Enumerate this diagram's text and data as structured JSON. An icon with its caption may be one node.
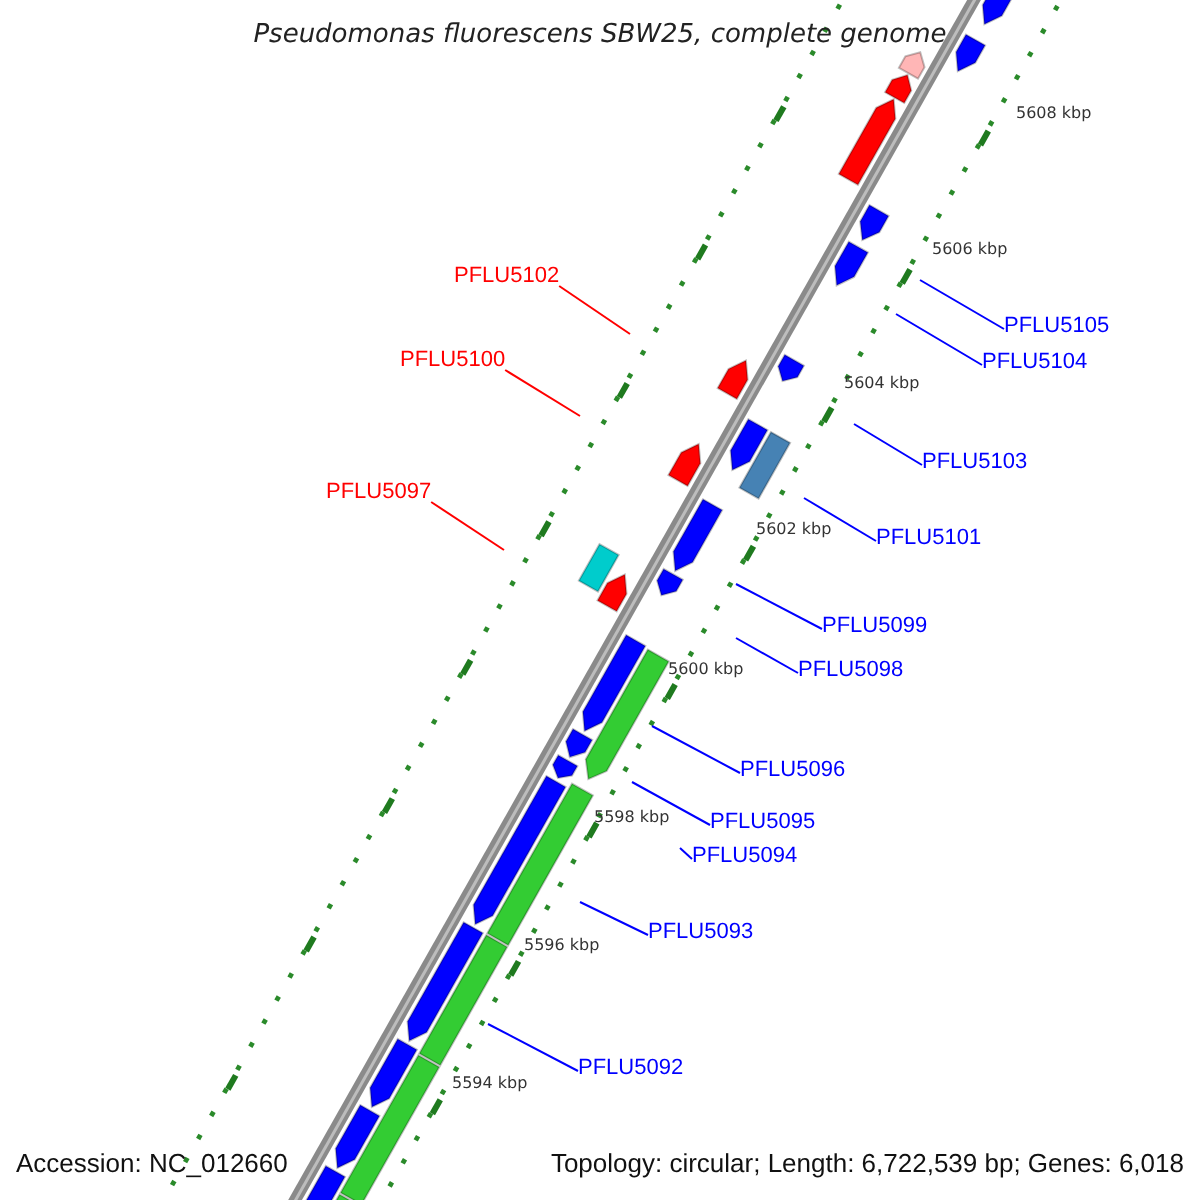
{
  "diagram": {
    "title": "Pseudomonas fluorescens SBW25, complete genome",
    "nodes": [
      {
        "text": [
          "PFLU5102"
        ]
      },
      {
        "text": [
          "PFLU5105"
        ]
      },
      {
        "text": [
          "PFLU5104"
        ]
      },
      {
        "text": [
          "PFLU5100"
        ]
      },
      {
        "text": [
          "PFLU5103"
        ]
      },
      {
        "text": [
          "PFLU5097"
        ]
      },
      {
        "text": [
          "PFLU5101"
        ]
      },
      {
        "text": [
          "PFLU5099"
        ]
      },
      {
        "text": [
          "PFLU5098"
        ]
      },
      {
        "text": [
          "PFLU5096"
        ]
      },
      {
        "text": [
          "PFLU5095"
        ]
      },
      {
        "text": [
          "PFLU5094"
        ]
      },
      {
        "text": [
          "PFLU5093"
        ]
      },
      {
        "text": [
          "PFLU5092"
        ]
      }
    ],
    "edges": [
      {
        "from": 0,
        "to": null,
        "arrow": "none",
        "color": "#ff0000"
      },
      {
        "from": 1,
        "to": null,
        "arrow": "none"
      },
      {
        "from": 2,
        "to": null,
        "arrow": "none"
      },
      {
        "from": 3,
        "to": null,
        "arrow": "none",
        "color": "#ff0000"
      },
      {
        "from": 4,
        "to": null,
        "arrow": "none"
      },
      {
        "from": 5,
        "to": null,
        "arrow": "none",
        "color": "#ff0000"
      },
      {
        "from": 6,
        "to": null,
        "arrow": "none"
      },
      {
        "from": 7,
        "to": null,
        "arrow": "none"
      },
      {
        "from": 8,
        "to": null,
        "arrow": "none"
      },
      {
        "from": 9,
        "to": null,
        "arrow": "none"
      },
      {
        "from": 10,
        "to": null,
        "arrow": "none"
      },
      {
        "from": 11,
        "to": null,
        "arrow": "none"
      },
      {
        "from": 12,
        "to": null,
        "arrow": "none"
      },
      {
        "from": 13,
        "to": null,
        "arrow": "none"
      }
    ],
    "labels": [
      "5608 kbp",
      "5606 kbp",
      "5604 kbp",
      "5602 kbp",
      "5600 kbp",
      "5598 kbp",
      "5596 kbp",
      "5594 kbp",
      "Accession: NC_012660",
      "Topology: circular; Length: 6,722,539 bp; Genes: 6,018"
    ]
  }
}
